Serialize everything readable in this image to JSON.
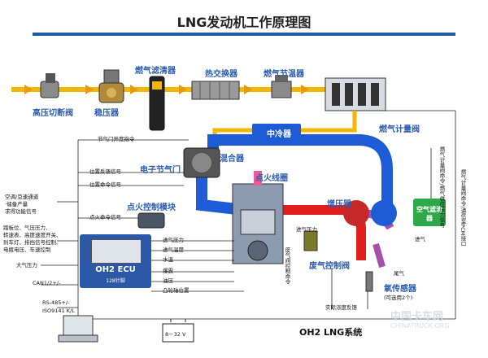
{
  "title": "LNG发动机工作原理图",
  "components": {
    "high_pressure_valve": "高压切断阀",
    "regulator": "稳压器",
    "gas_filter": "燃气滤清器",
    "heat_exchanger": "热交换器",
    "gas_thermostat": "燃气节温器",
    "gas_metering_valve": "燃气计量阀",
    "intercooler": "中冷器",
    "mixer": "混合器",
    "electronic_throttle": "电子节气门",
    "ignition_coil": "点火线圈",
    "ignition_module": "点火控制模块",
    "turbocharger": "增压器",
    "air_filter": "空气滤清器",
    "waste_gate_valve": "废气控制阀",
    "oxygen_sensor": "氧传感器",
    "oxygen_sensor_note": "(可选用2个)",
    "intake": "进气",
    "exhaust": "尾气"
  },
  "signals": {
    "throttle_cmd": "节气门开度指令",
    "position_feedback": "位置反馈信号",
    "position_cmd": "位置命令信号",
    "ignition_cmd": "点火命令信号",
    "intake_pressure": "进气压力",
    "intake_temp": "进气温度",
    "water_temp": "水温",
    "oil_pressure": "油压",
    "oil_temp_label": "爆震",
    "cam_position": "凸轮轴位置",
    "intake_pressure2": "进气压力",
    "waste_gate_control": "废气阀控制命令",
    "actual_feedback": "实际浓度反馈",
    "gas_meter_cmd": "燃气计量阀命令/燃气供应压力信号",
    "right_vertical": "燃气计量阀命令/通信至PCM接口"
  },
  "left_inputs": {
    "group1": [
      "空调/怠速通道",
      "·储备产量",
      "求得功能信号"
    ],
    "group2": [
      "踏板位、气压压力、",
      "转速表、高度速度开关、",
      "刹车灯、排挡信号控制、",
      "电瓶电压、车速控制"
    ],
    "atmospheric": "大气压力",
    "can": "CAN1/2+/-",
    "rs485": "RS-485+/-",
    "iso": "ISO9141 K/L"
  },
  "ecu": {
    "name": "OH2 ECU",
    "pins": "128针脚"
  },
  "battery": "8－32 V",
  "footer": "OH2  LNG系统",
  "watermark": "中国卡车网",
  "watermark_en": "CHINATRUCK.ORG",
  "colors": {
    "gas_line": "#f2b700",
    "intake_pipe": "#1e5bd6",
    "exhaust_pipe": "#e01e1e",
    "label_blue": "#2a5db0",
    "ecu_blue": "#2b59a8",
    "air_filter_green": "#2fa84a"
  }
}
